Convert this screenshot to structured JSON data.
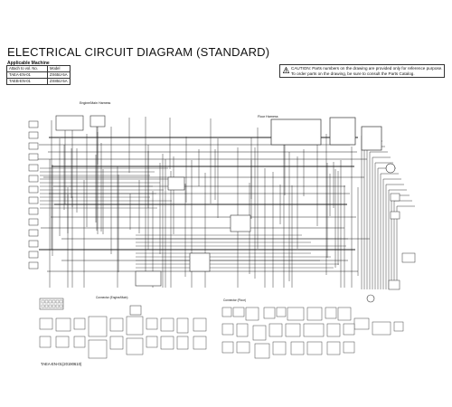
{
  "title": "ELECTRICAL CIRCUIT DIAGRAM (STANDARD)",
  "applicable_machine": {
    "label": "Applicable Machine",
    "headers": [
      "Attach to vol. No.",
      "Model"
    ],
    "rows": [
      [
        "TAEA-EN-01",
        "ZX65U-5A"
      ],
      [
        "TAEB-EN-01",
        "ZX85U-5A"
      ]
    ]
  },
  "caution": {
    "icon": "warning-triangle-icon",
    "line1": "CAUTION: Parts numbers on the drawing are provided only for reference purpose.",
    "line2": "To order parts on the drawing, be sure to consult the Parts Catalog."
  },
  "harness_labels": {
    "engine_main": "Engine/Main Harness",
    "floor": "Floor Harness"
  },
  "connector_sections": {
    "left": "Connector (Engine/Main)",
    "right": "Connector (Floor)"
  },
  "document_code": "TAEA-EN-01(20190610)",
  "colors": {
    "wire": "#222222",
    "box": "#333333",
    "background": "#ffffff"
  }
}
